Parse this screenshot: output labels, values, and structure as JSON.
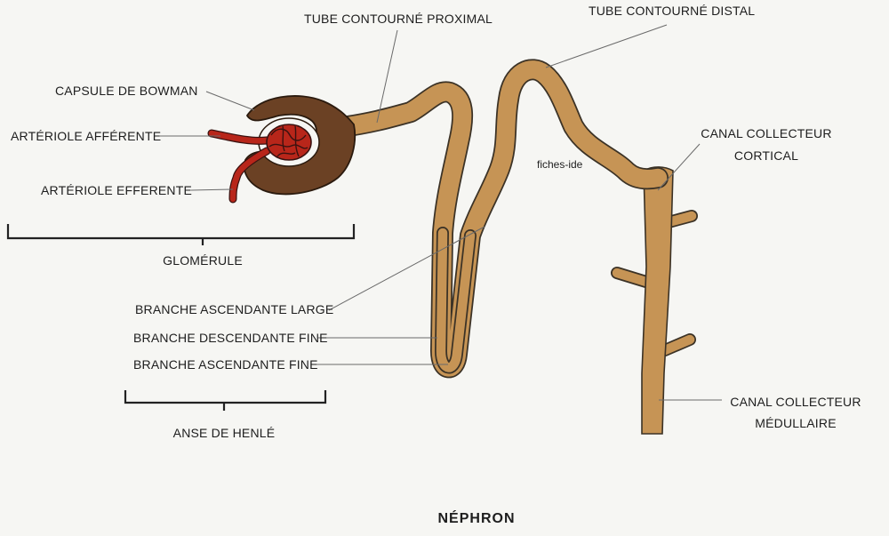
{
  "diagram": {
    "title": "NÉPHRON",
    "watermark": "fiches-ide",
    "colors": {
      "tubule": "#c69455",
      "tubule_outline": "#3b3226",
      "capsule": "#6b4124",
      "arteriole": "#b8261a",
      "arteriole_outline": "#3a1210",
      "background": "#f6f6f3"
    },
    "labels": {
      "capsule_bowman": "CAPSULE DE BOWMAN",
      "arteriole_afferente": "ARTÉRIOLE AFFÉRENTE",
      "arteriole_efferente": "ARTÉRIOLE EFFERENTE",
      "glomerule": "GLOMÉRULE",
      "tube_proximal": "TUBE CONTOURNÉ PROXIMAL",
      "tube_distal": "TUBE CONTOURNÉ DISTAL",
      "canal_cortical_line1": "CANAL COLLECTEUR",
      "canal_cortical_line2": "CORTICAL",
      "branche_ascendante_large": "BRANCHE ASCENDANTE LARGE",
      "branche_descendante_fine": "BRANCHE DESCENDANTE FINE",
      "branche_ascendante_fine": "BRANCHE ASCENDANTE FINE",
      "anse_henle": "ANSE DE HENLÉ",
      "canal_medullaire_line1": "CANAL COLLECTEUR",
      "canal_medullaire_line2": "MÉDULLAIRE"
    }
  }
}
